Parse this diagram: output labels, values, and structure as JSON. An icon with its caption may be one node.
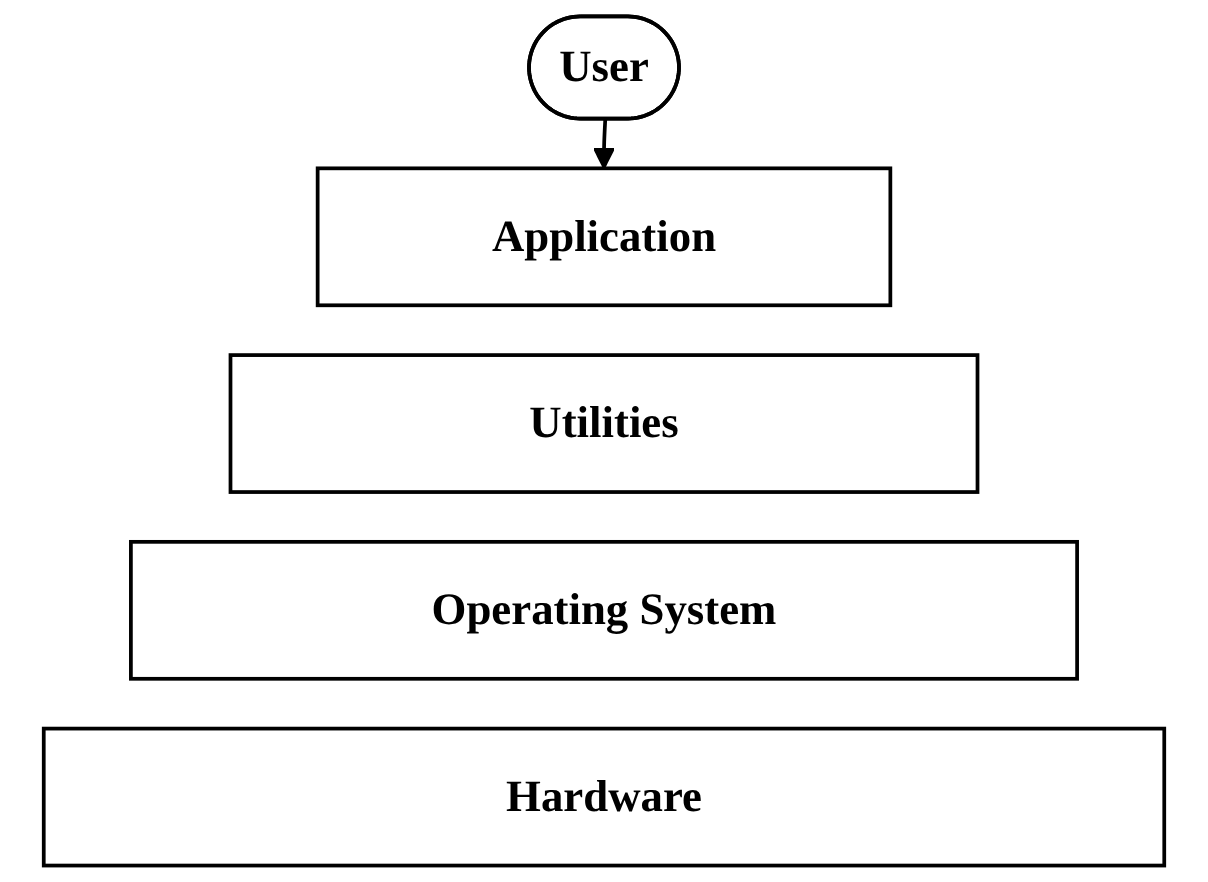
{
  "diagram": {
    "nodes": [
      {
        "text": [
          "User"
        ]
      },
      {
        "text": [
          "Application"
        ]
      },
      {
        "text": [
          "Utilities"
        ]
      },
      {
        "text": [
          "Operating System"
        ]
      },
      {
        "text": [
          "Hardware"
        ]
      }
    ],
    "edges": [
      {
        "from": 0,
        "to": 1,
        "arrow": "to"
      }
    ]
  }
}
